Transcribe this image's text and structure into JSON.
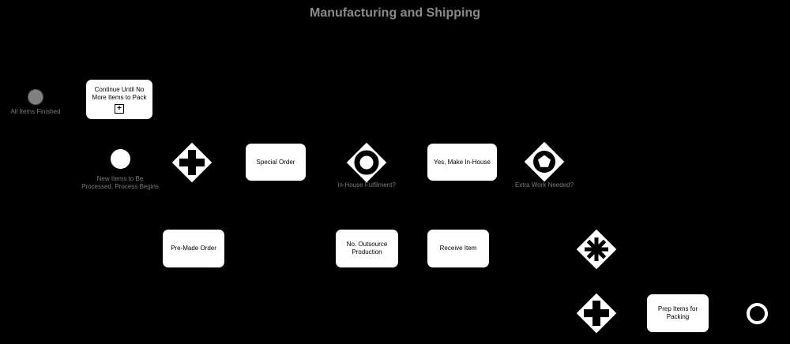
{
  "title": "Manufacturing and Shipping",
  "colors": {
    "background": "#000000",
    "shape_fill": "#ffffff",
    "shape_stroke": "#000000",
    "annotation_gray": "#7a7a7a",
    "title_gray": "#8a8a8a"
  },
  "icons": {
    "subprocess_plus": "+"
  },
  "nodes": {
    "all_items_finished": {
      "type": "intermediate-event",
      "label": "All Items Finished"
    },
    "continue_until": {
      "type": "collapsed-subprocess",
      "label": "Continue Until No More Items to Pack"
    },
    "new_items": {
      "type": "start-event",
      "label": "New Items to Be Processed, Process Begins"
    },
    "parallel_gateway_1": {
      "type": "parallel-gateway",
      "icon": "plus"
    },
    "special_order": {
      "type": "task",
      "label": "Special Order"
    },
    "inhouse_fulfilment": {
      "type": "inclusive-gateway",
      "icon": "circle",
      "label": "In-House Fulfilment?"
    },
    "yes_make_inhouse": {
      "type": "task",
      "label": "Yes, Make In-House"
    },
    "extra_work_needed": {
      "type": "event-based-gateway",
      "icon": "pentagon-in-circle",
      "label": "Extra Work Needed?"
    },
    "premade_order": {
      "type": "task",
      "label": "Pre-Made Order"
    },
    "no_outsource": {
      "type": "task",
      "label": "No. Outsource Production"
    },
    "receive_item": {
      "type": "task",
      "label": "Receive Item"
    },
    "complex_gateway": {
      "type": "complex-gateway",
      "icon": "asterisk"
    },
    "parallel_gateway_2": {
      "type": "parallel-gateway",
      "icon": "plus"
    },
    "prep_items": {
      "type": "task",
      "label": "Prep Items for Packing"
    },
    "end_event": {
      "type": "end-event"
    }
  }
}
